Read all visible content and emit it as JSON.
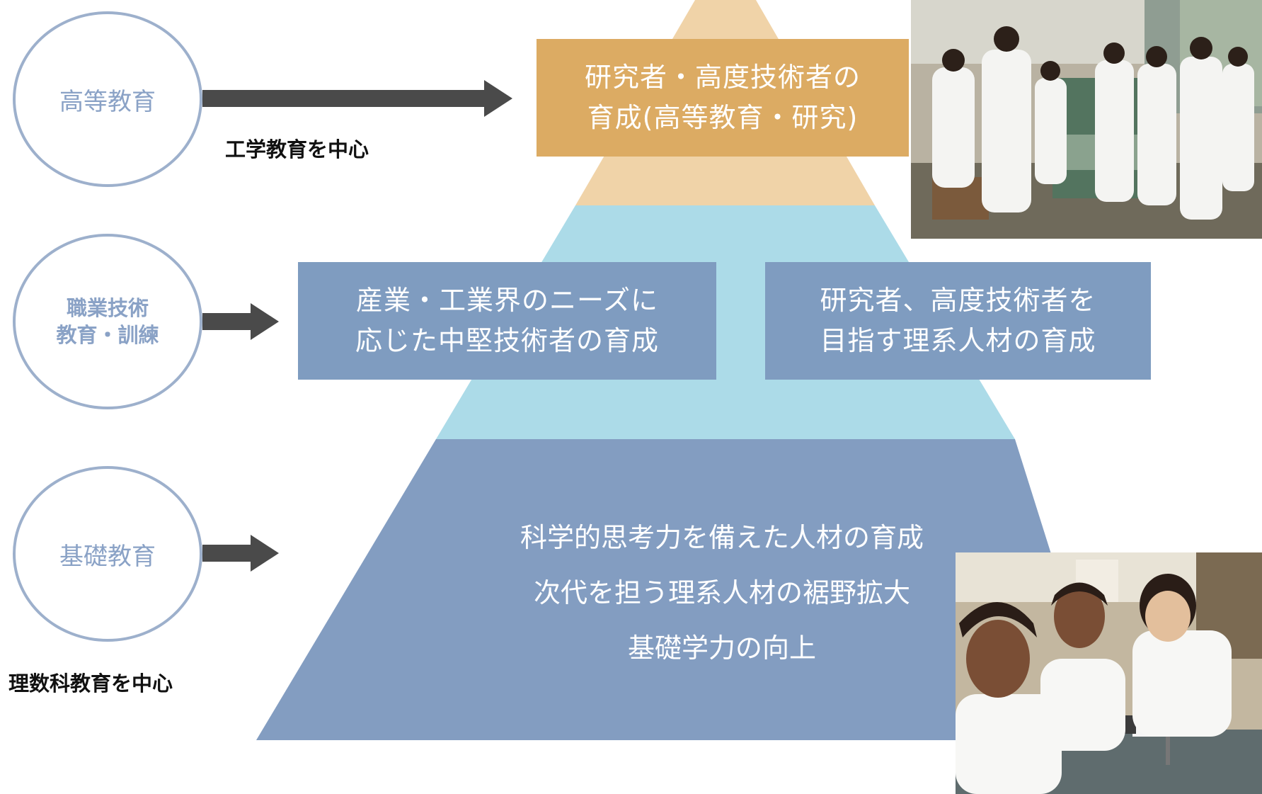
{
  "colors": {
    "top_tier": "#f0d3a8",
    "top_box": "#dcab63",
    "middle_tier": "#acdbe8",
    "middle_box": "#7f9cc0",
    "base_tier": "#839dc1",
    "circle_border": "#9db0cc",
    "arrow": "#4a4a4a"
  },
  "levels": {
    "higher": {
      "circle_label": "高等教育",
      "caption": "工学教育を中心"
    },
    "vocational": {
      "circle_label": "職業技術\n教育・訓練"
    },
    "basic": {
      "circle_label": "基礎教育",
      "caption": "理数科教育を中心"
    }
  },
  "pyramid": {
    "top_box": "研究者・高度技術者の\n育成(高等教育・研究)",
    "middle_left_box": "産業・工業界のニーズに\n応じた中堅技術者の育成",
    "middle_right_box": "研究者、高度技術者を\n目指す理系人材の育成",
    "base_lines": [
      "科学的思考力を備えた人材の育成",
      "次代を担う理系人材の裾野拡大",
      "基礎学力の向上"
    ]
  },
  "photos": {
    "top_right": {
      "icon": "lab-students-photo"
    },
    "bottom_right": {
      "icon": "classroom-students-photo"
    }
  }
}
